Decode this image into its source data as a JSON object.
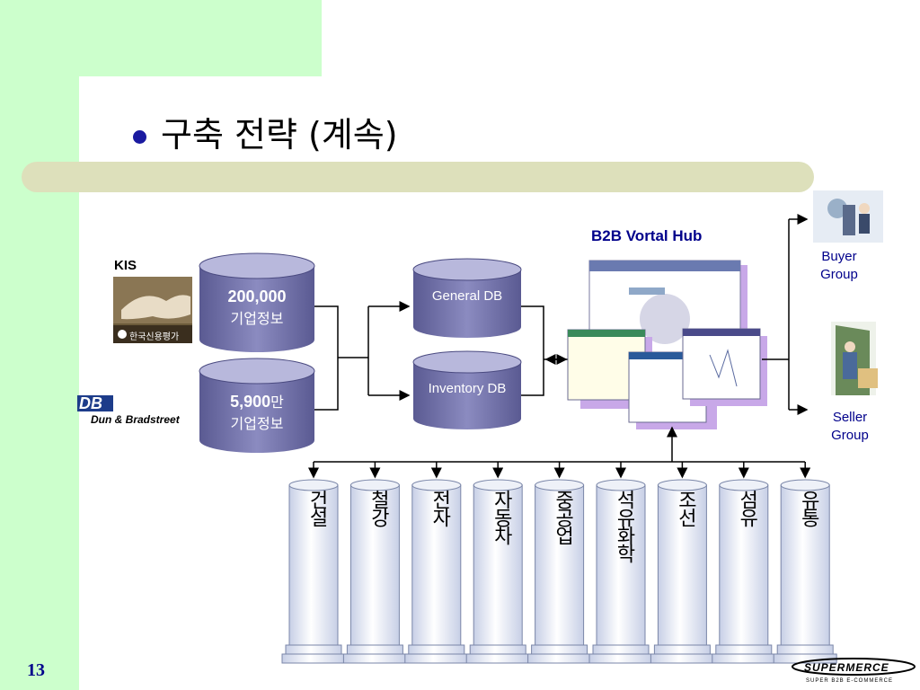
{
  "slide": {
    "title": "구축 전략 (계속)",
    "page_number": "13"
  },
  "sources": {
    "kis_label": "KIS",
    "kis_logo_text": "한국신용평가",
    "db_logo_text": "DB",
    "dnb_label": "Dun & Bradstreet"
  },
  "cylinders": {
    "kis_count": "200,000",
    "kis_desc": "기업정보",
    "dnb_count": "5,900",
    "dnb_unit": "만",
    "dnb_desc": "기업정보"
  },
  "databases": {
    "general": "General DB",
    "inventory": "Inventory DB"
  },
  "hub": {
    "title": "B2B Vortal Hub"
  },
  "groups": {
    "buyer": "Buyer Group",
    "seller": "Seller Group"
  },
  "industries": [
    "건설",
    "철강",
    "전자",
    "자동차",
    "중공업",
    "석유화학",
    "조선",
    "섬유",
    "유통"
  ],
  "footer": {
    "brand": "SUPERMERCE",
    "tagline": "SUPER B2B E-COMMERCE"
  },
  "colors": {
    "green_bg": "#ccffcc",
    "band": "#dde0bb",
    "cylinder": "#7070a8",
    "accent_blue": "#00008b"
  }
}
